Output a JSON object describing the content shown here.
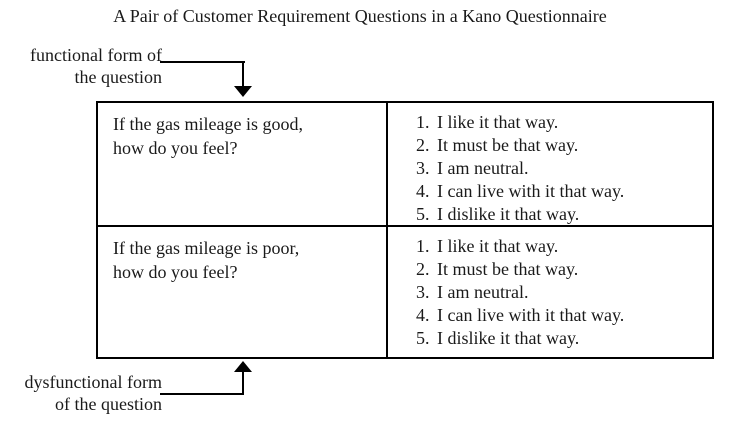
{
  "title": "A Pair of Customer Requirement Questions in a Kano Questionnaire",
  "functional_label": {
    "line1": "functional form of",
    "line2": "the question"
  },
  "dysfunctional_label": {
    "line1": "dysfunctional form",
    "line2": "of the question"
  },
  "table": {
    "rows": [
      {
        "question": "If the gas mileage is good,\nhow do you feel?",
        "options": [
          {
            "num": "1.",
            "text": "I like it that way."
          },
          {
            "num": "2.",
            "text": "It must be that way."
          },
          {
            "num": "3.",
            "text": "I am neutral."
          },
          {
            "num": "4.",
            "text": "I can live with it that way."
          },
          {
            "num": "5.",
            "text": "I dislike it that way."
          }
        ]
      },
      {
        "question": "If the gas mileage is poor,\nhow do you feel?",
        "options": [
          {
            "num": "1.",
            "text": "I like it that way."
          },
          {
            "num": "2.",
            "text": "It must be that way."
          },
          {
            "num": "3.",
            "text": "I am neutral."
          },
          {
            "num": "4.",
            "text": "I can live with it that way."
          },
          {
            "num": "5.",
            "text": "I dislike it that way."
          }
        ]
      }
    ]
  },
  "colors": {
    "ink": "#1a1a1a",
    "line": "#000000",
    "background": "#ffffff"
  }
}
